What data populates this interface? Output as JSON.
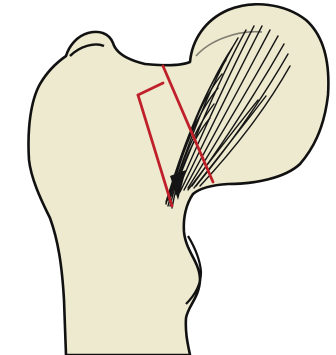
{
  "figure": {
    "colors": {
      "background": "#ffffff",
      "bone_fill": "#eeead0",
      "outline": "#111111",
      "trabecular_lines": "#151515",
      "cut_lines": "#c0202a"
    },
    "elements": [
      "proximal-femur-outline",
      "femoral-head",
      "greater-trochanter",
      "lesser-trochanter",
      "trabecular-lines",
      "osteotomy-wedge-lines"
    ]
  }
}
